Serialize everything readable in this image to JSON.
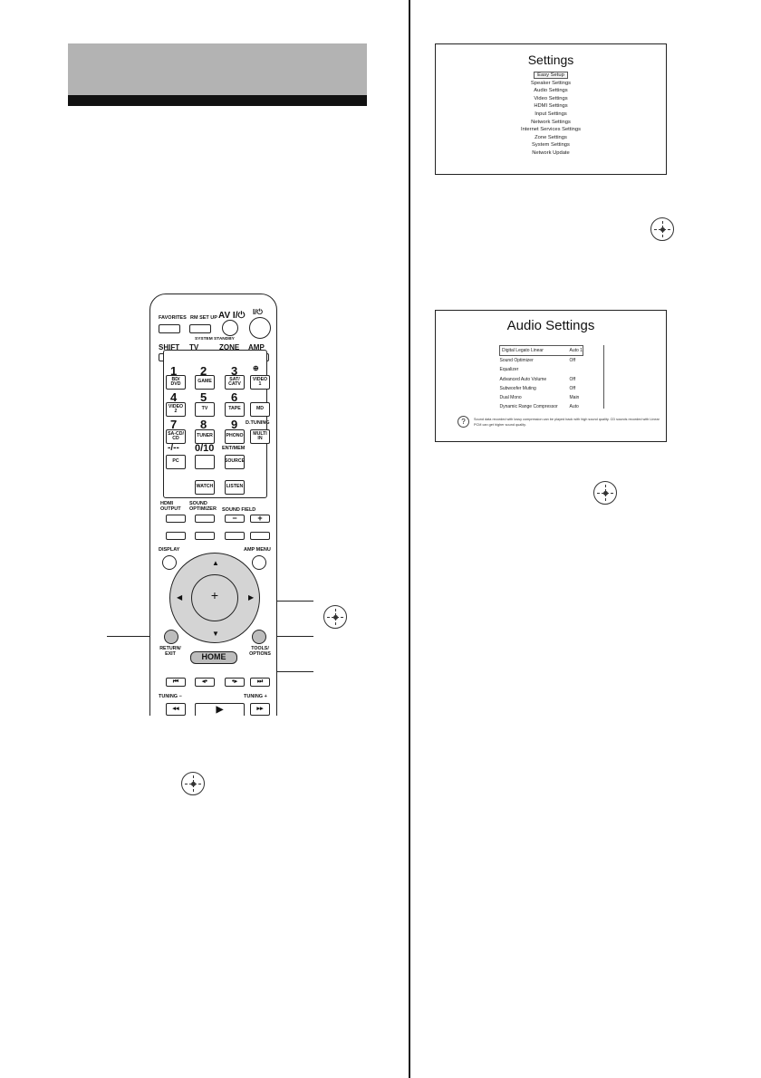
{
  "settings_menu": {
    "title": "Settings",
    "items": [
      "Easy Setup",
      "Speaker Settings",
      "Audio Settings",
      "Video Settings",
      "HDMI Settings",
      "Input Settings",
      "Network Settings",
      "Internet Services Settings",
      "Zone Settings",
      "System Settings",
      "Network Update"
    ],
    "selected_index": 0
  },
  "audio_settings": {
    "title": "Audio Settings",
    "rows": [
      {
        "name": "Digital Legato Linear",
        "value": "Auto 1"
      },
      {
        "name": "Sound Optimizer",
        "value": "Off"
      },
      {
        "name": "Equalizer",
        "value": ""
      },
      {
        "name": "Advanced Auto Volume",
        "value": "Off"
      },
      {
        "name": "Subwoofer Muting",
        "value": "Off"
      },
      {
        "name": "Dual Mono",
        "value": "Main"
      },
      {
        "name": "Dynamic Range Compressor",
        "value": "Auto"
      }
    ],
    "selected_index": 0,
    "help_icon": "?",
    "help_text": "Sound data recorded with lossy compression can be played back with high sound quality. CD sounds recorded with Linear PCM can get higher sound quality."
  },
  "remote": {
    "favorites": "FAVORITES",
    "rm_set_up": "RM SET UP",
    "av_power": "AV I/⏻",
    "power": "I/⏻",
    "system_standby": "SYSTEM STANDBY",
    "shift": "SHIFT",
    "tv": "TV",
    "zone": "ZONE",
    "amp": "AMP",
    "input_sel": "⊕",
    "d_tuning": "D.TUNING",
    "ent_mem": "ENT/MEM",
    "digits": {
      "d1": "1",
      "d2": "2",
      "d3": "3",
      "d4": "4",
      "d5": "5",
      "d6": "6",
      "d7": "7",
      "d8": "8",
      "d9": "9",
      "d10": "0/10",
      "dash": "-/--"
    },
    "inputs": {
      "bd_dvd": "BD/ DVD",
      "game": "GAME",
      "sat_catv": "SAT/ CATV",
      "video1": "VIDEO 1",
      "video2": "VIDEO 2",
      "tv_in": "TV",
      "tape": "TAPE",
      "md": "MD",
      "sacd_cd": "SA-CD/ CD",
      "tuner": "TUNER",
      "phono": "PHONO",
      "multi_in": "MULTI IN",
      "pc": "PC",
      "source": "SOURCE",
      "watch": "WATCH",
      "listen": "LISTEN"
    },
    "hdmi_output": "HDMI OUTPUT",
    "sound_optimizer": "SOUND OPTIMIZER",
    "sound_field": "SOUND FIELD",
    "minus": "−",
    "plus": "+",
    "display": "DISPLAY",
    "amp_menu": "AMP MENU",
    "return_exit": "RETURN/ EXIT",
    "tools_options": "TOOLS/ OPTIONS",
    "home": "HOME",
    "tuning_minus": "TUNING −",
    "tuning_plus": "TUNING +",
    "transport": {
      "prev": "⏮",
      "rew": "◂•",
      "ff": "•▸",
      "next": "⏭",
      "rew2": "◂◂",
      "play": "▶",
      "ff2": "▸▸"
    }
  }
}
